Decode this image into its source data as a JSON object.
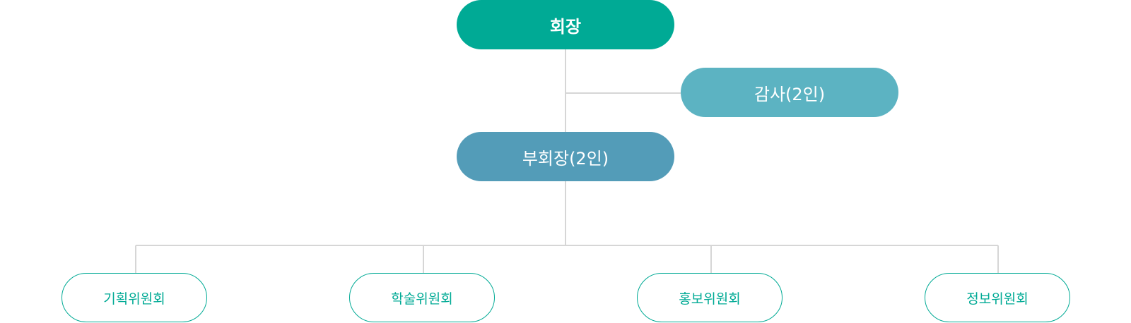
{
  "chart": {
    "president": "회장",
    "auditor": "감사(2인)",
    "vice_president": "부회장(2인)",
    "committees": [
      "기획위원회",
      "학술위원회",
      "홍보위원회",
      "정보위원회"
    ]
  },
  "colors": {
    "president_bg": "#00aa95",
    "auditor_bg": "#5cb3c2",
    "vice_bg": "#539cb8",
    "committee_border": "#00aa95",
    "committee_text": "#00aa95",
    "connector": "#d6d6d6"
  }
}
